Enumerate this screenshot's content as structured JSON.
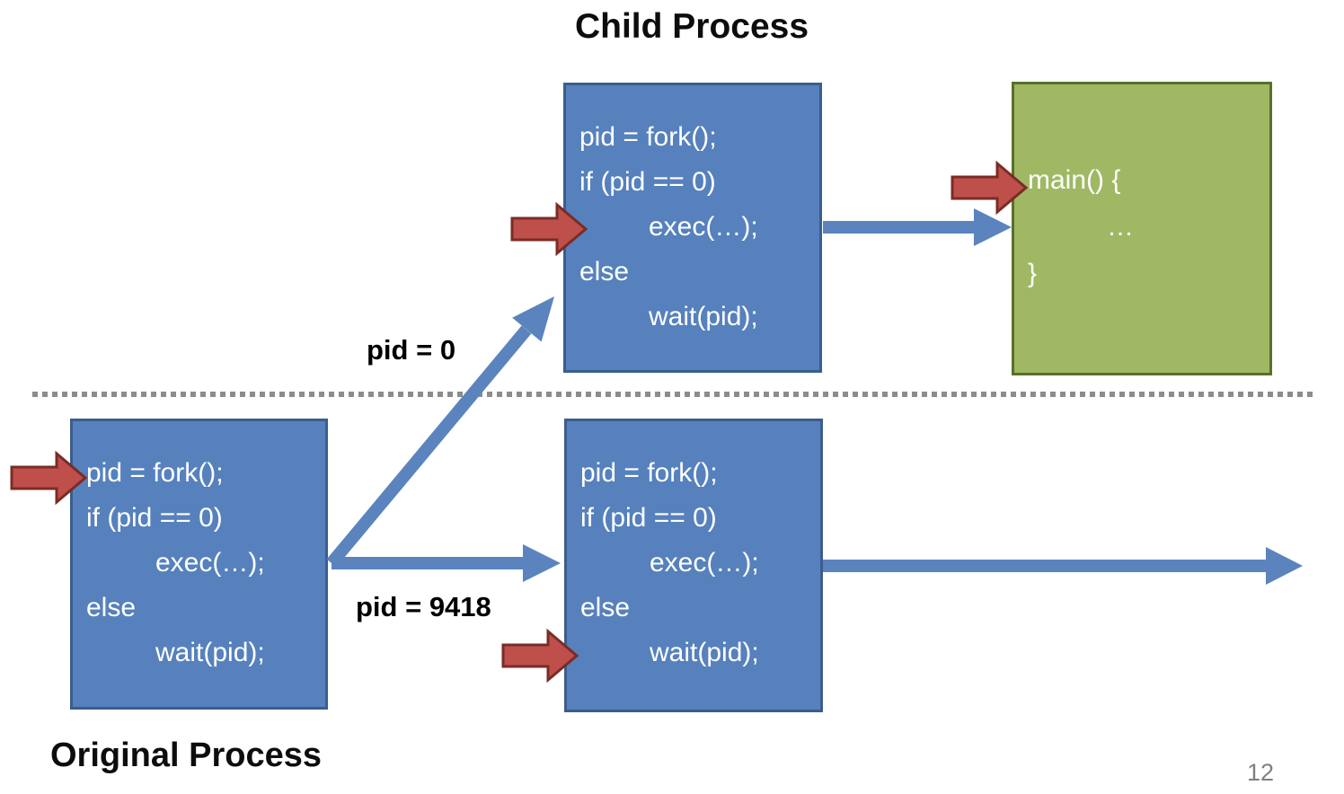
{
  "labels": {
    "child_process_title": "Child Process",
    "original_process_label": "Original Process",
    "pid_zero_label": "pid = 0",
    "pid_value_label": "pid = 9418",
    "page_number": "12"
  },
  "code": {
    "fork_block": [
      {
        "text": "pid = fork();",
        "indent": false
      },
      {
        "text": "if (pid == 0)",
        "indent": false
      },
      {
        "text": "exec(…);",
        "indent": true
      },
      {
        "text": "else",
        "indent": false
      },
      {
        "text": "wait(pid);",
        "indent": true
      }
    ],
    "main_block": [
      {
        "text": "main() {",
        "indent": false
      },
      {
        "text": "…",
        "indent": true
      },
      {
        "text": "}",
        "indent": false
      }
    ]
  },
  "icons": [
    {
      "name": "instruction-pointer-arrow",
      "shape": "red block arrow pointing right",
      "count": 4
    },
    {
      "name": "flow-arrow",
      "shape": "blue line arrow",
      "count": 4
    }
  ],
  "colors": {
    "process_box_fill": "#5681BD",
    "process_box_border": "#3A5E8C",
    "exec_box_fill": "#A0B863",
    "exec_box_border": "#56702C",
    "flow_arrow_blue": "#5B84BE",
    "pointer_red_fill": "#BE4F4B",
    "pointer_red_border": "#7A2C26",
    "divider_gray": "#8C8C8C",
    "page_number_gray": "#7F7F7F",
    "code_text": "#FFFFFF",
    "label_text": "#000000",
    "background": "#FFFFFF"
  }
}
